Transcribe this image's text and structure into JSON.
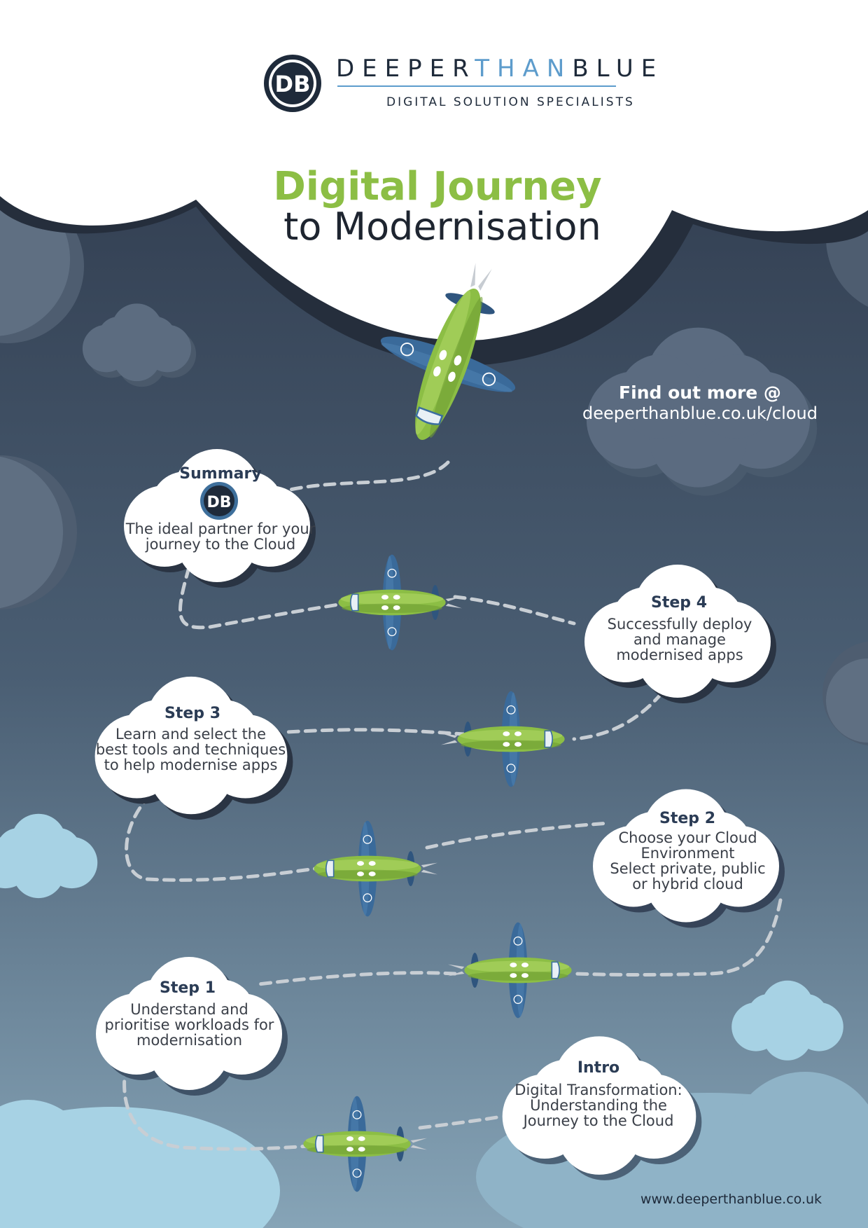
{
  "brand": {
    "name_part1": "DEEPER",
    "name_part2": "THAN",
    "name_part3": "BLUE",
    "tagline": "DIGITAL SOLUTION SPECIALISTS",
    "logo_text": "DB"
  },
  "title": {
    "line1": "Digital Journey",
    "line2": "to Modernisation"
  },
  "find_out_more": {
    "title": "Find out more @",
    "url": "deeperthanblue.co.uk/cloud"
  },
  "steps": {
    "summary": {
      "title": "Summary",
      "line1": "The ideal partner for your",
      "line2": "journey to the Cloud"
    },
    "step4": {
      "title": "Step 4",
      "line1": "Successfully deploy",
      "line2": "and manage",
      "line3": "modernised apps"
    },
    "step3": {
      "title": "Step 3",
      "line1": "Learn and select the",
      "line2": "best tools and techniques",
      "line3": "to help modernise apps"
    },
    "step2": {
      "title": "Step 2",
      "line1": "Choose your Cloud",
      "line2": "Environment",
      "line3": "Select private, public",
      "line4": "or hybrid cloud"
    },
    "step1": {
      "title": "Step 1",
      "line1": "Understand and",
      "line2": "prioritise workloads for",
      "line3": "modernisation"
    },
    "intro": {
      "title": "Intro",
      "line1": "Digital Transformation:",
      "line2": "Understanding the",
      "line3": "Journey to the Cloud"
    }
  },
  "footer": {
    "website": "www.deeperthanblue.co.uk"
  },
  "colors": {
    "accent_green": "#8cbe45",
    "navy_text": "#2b3c55",
    "sky_top": "#2b3547",
    "sky_bottom": "#7f9db0",
    "light_cloud": "#a7d2e4",
    "dark_cloud": "#5a6a7c",
    "plane_wing": "#3b6ea0"
  },
  "icons": [
    "logo-icon",
    "airplane-icon",
    "cloud-icon"
  ]
}
